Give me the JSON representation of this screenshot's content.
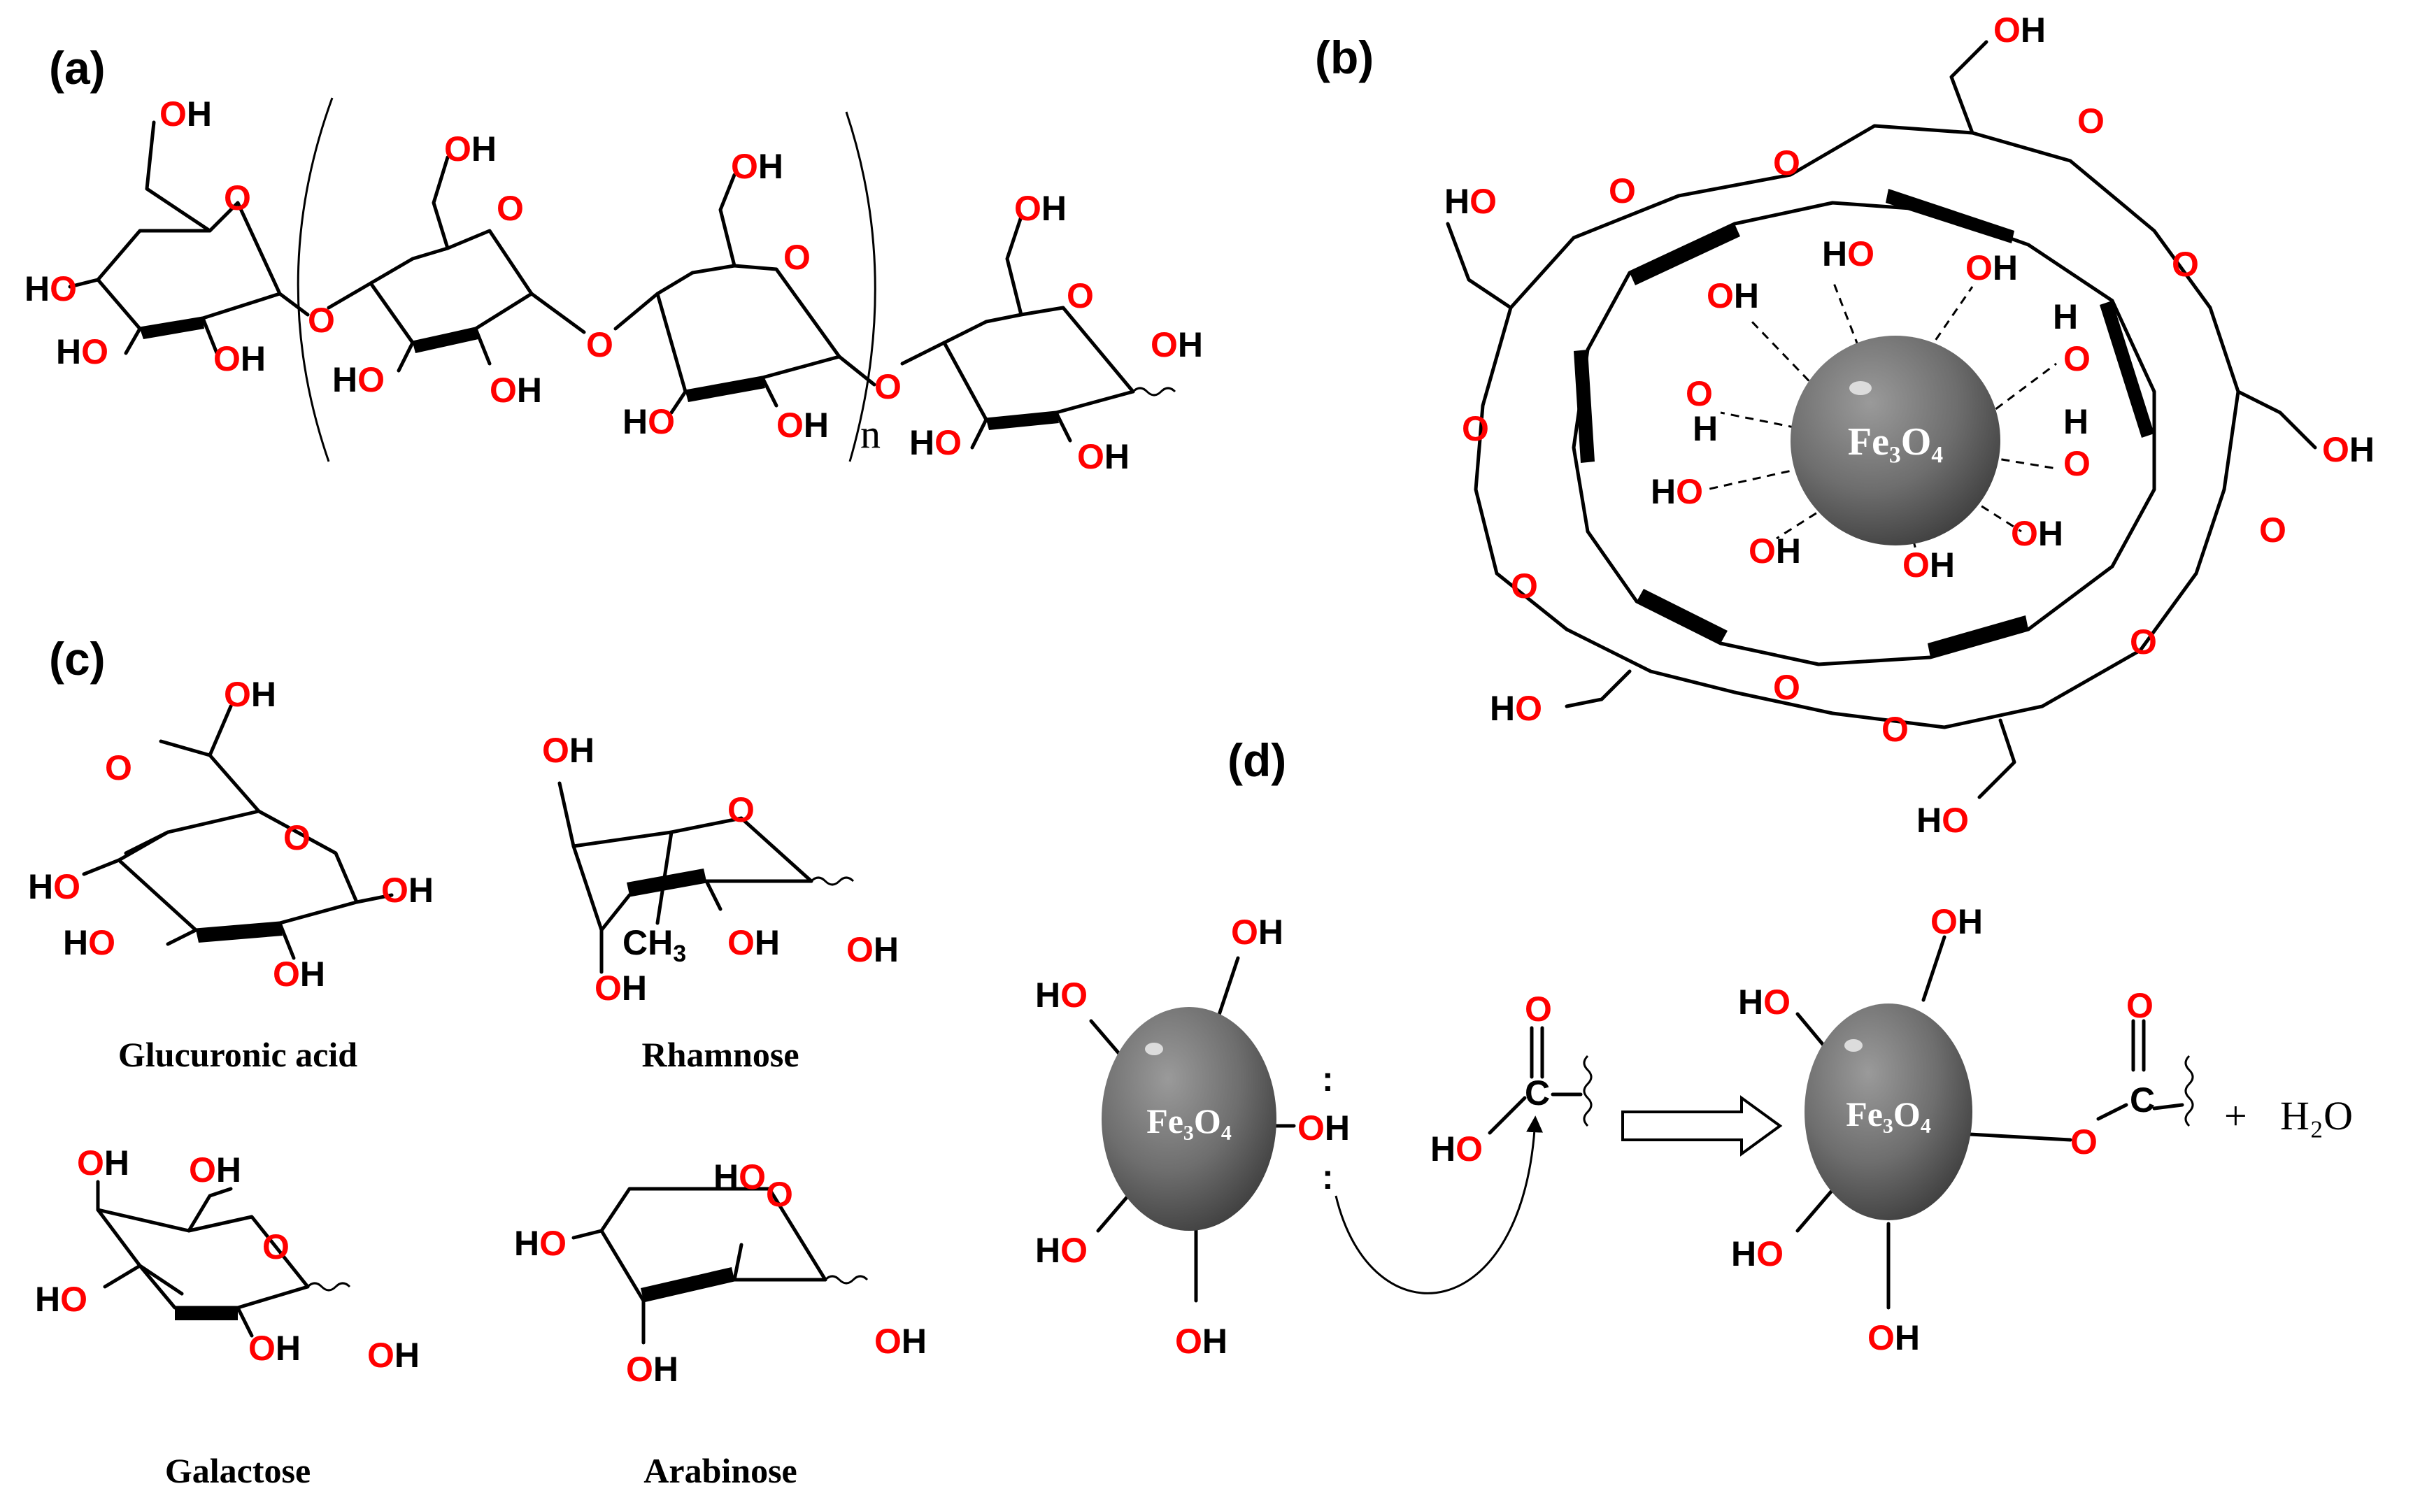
{
  "panels": {
    "a": {
      "label": "(a)",
      "repeat_subscript": "n"
    },
    "b": {
      "label": "(b)",
      "core": "Fe₃O₄"
    },
    "c": {
      "label": "(c)",
      "captions": {
        "glucuronic": "Glucuronic acid",
        "rhamnose": "Rhamnose",
        "galactose": "Galactose",
        "arabinose": "Arabinose"
      }
    },
    "d": {
      "label": "(d)",
      "core": "Fe₃O₄",
      "plus": "+",
      "byproduct": "H₂O"
    }
  },
  "atoms": {
    "O": "O",
    "H": "H",
    "CH3": "CH3"
  },
  "colors": {
    "oxygen": "#ff0000",
    "bond": "#000000",
    "core": "#707070"
  }
}
